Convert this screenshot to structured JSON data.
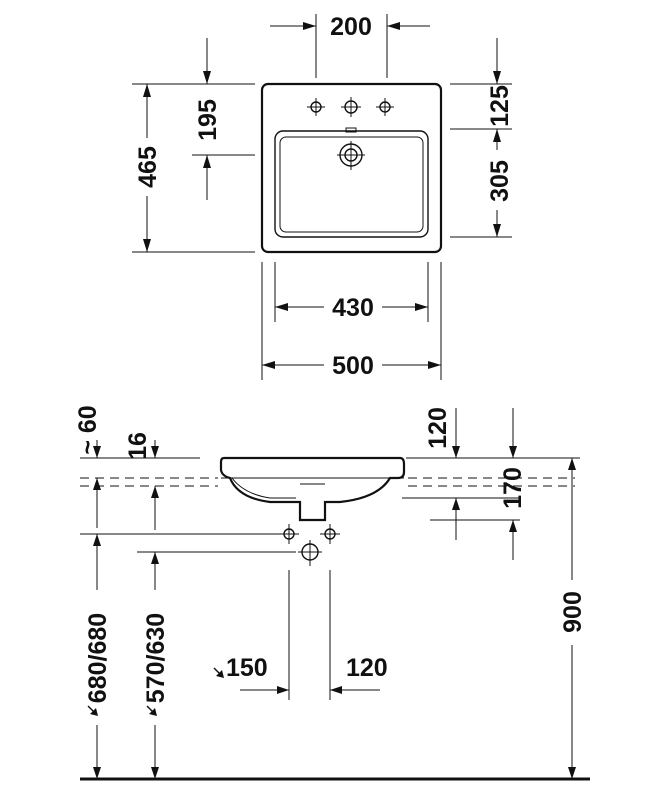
{
  "top_view": {
    "dim_200": "200",
    "dim_195": "195",
    "dim_465": "465",
    "dim_125": "125",
    "dim_305": "305",
    "dim_430": "430",
    "dim_500": "500"
  },
  "side_view": {
    "dim_60": "~ 60",
    "dim_16": "16",
    "dim_120_top": "120",
    "dim_170": "170",
    "dim_900": "900",
    "dim_680": "680/680",
    "dim_570": "570/630",
    "dim_150": "150",
    "dim_120_bottom": "120"
  }
}
